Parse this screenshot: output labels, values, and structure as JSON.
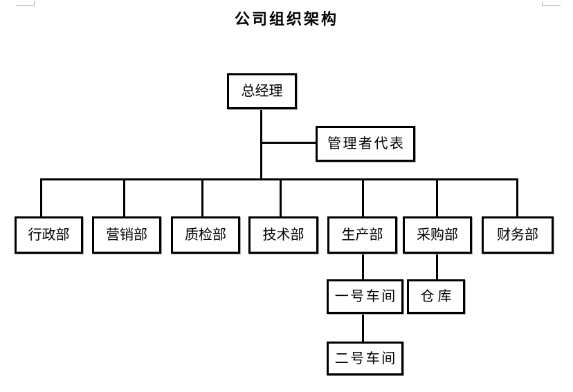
{
  "page": {
    "title": "公司组织架构"
  },
  "org": {
    "root": {
      "label": "总经理"
    },
    "staff": {
      "label": "管理者代表"
    },
    "departments": [
      {
        "label": "行政部"
      },
      {
        "label": "营销部"
      },
      {
        "label": "质检部"
      },
      {
        "label": "技术部"
      },
      {
        "label": "生产部"
      },
      {
        "label": "采购部"
      },
      {
        "label": "财务部"
      }
    ],
    "workshop1": {
      "label": "一号车间",
      "parent": "生产部"
    },
    "warehouse": {
      "label": "仓 库",
      "parent": "采购部"
    },
    "workshop2": {
      "label": "二号车间",
      "parent": "一号车间"
    }
  }
}
